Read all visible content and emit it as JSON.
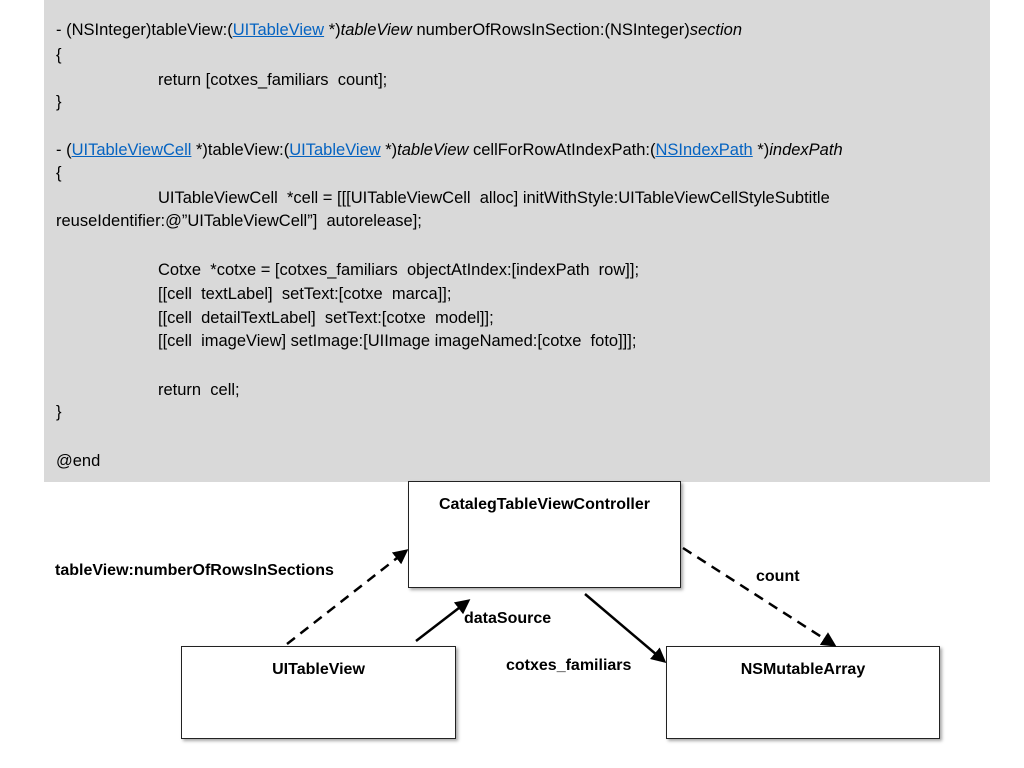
{
  "code": {
    "line1": {
      "p1": "- (NSInteger)tableView:(",
      "link1": "UITableView",
      "p2": " *)",
      "i1": "tableView",
      "p3": " numberOfRowsInSection:(NSInteger)",
      "i2": "section"
    },
    "line2": "{",
    "line3": "return [cotxes_familiars  count];",
    "line4": "}",
    "line5": {
      "p1": "- (",
      "link1": "UITableViewCell",
      "p2": " *)tableView:(",
      "link2": "UITableView",
      "p3": " *)",
      "i1": "tableView",
      "p4": " cellForRowAtIndexPath:(",
      "link3": "NSIndexPath",
      "p5": " *)",
      "i2": "indexPath"
    },
    "line6": "{",
    "line7": "UITableViewCell  *cell = [[[UITableViewCell  alloc] initWithStyle:UITableViewCellStyleSubtitle",
    "line8": "reuseIdentifier:@”UITableViewCell”]  autorelease];",
    "line9": "Cotxe  *cotxe = [cotxes_familiars  objectAtIndex:[indexPath  row]];",
    "line10": "[[cell  textLabel]  setText:[cotxe  marca]];",
    "line11": "[[cell  detailTextLabel]  setText:[cotxe  model]];",
    "line12": "[[cell  imageView] setImage:[UIImage imageNamed:[cotxe  foto]]];",
    "line13": "return  cell;",
    "line14": "}",
    "line15": "@end"
  },
  "diagram": {
    "controller": "CatalegTableViewController",
    "table_view": "UITableView",
    "array": "NSMutableArray",
    "label_rows": "tableView:numberOfRowsInSections",
    "label_datasource": "dataSource",
    "label_cotxes": "cotxes_familiars",
    "label_count": "count"
  },
  "colors": {
    "panel": "#d9d9d9",
    "link": "#0563c1"
  }
}
